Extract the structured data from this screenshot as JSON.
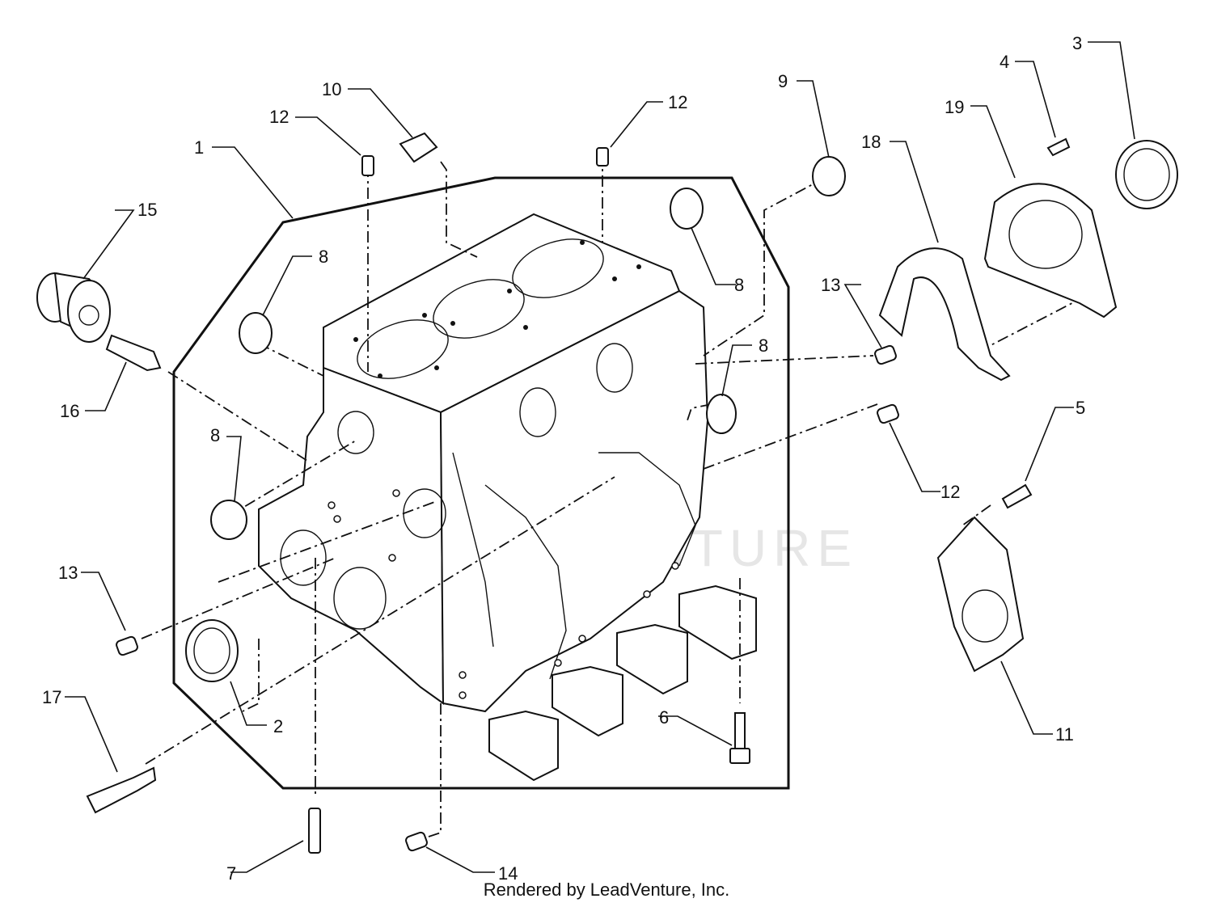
{
  "watermark": "LEADVENTURE",
  "footer": "Rendered by LeadVenture, Inc.",
  "callouts": {
    "c1": "1",
    "c2": "2",
    "c3": "3",
    "c4": "4",
    "c5": "5",
    "c6": "6",
    "c7": "7",
    "c8a": "8",
    "c8b": "8",
    "c8c": "8",
    "c8d": "8",
    "c9": "9",
    "c10": "10",
    "c11": "11",
    "c12a": "12",
    "c12b": "12",
    "c12c": "12",
    "c13a": "13",
    "c13b": "13",
    "c14": "14",
    "c15": "15",
    "c16": "16",
    "c17": "17",
    "c18": "18",
    "c19": "19"
  }
}
